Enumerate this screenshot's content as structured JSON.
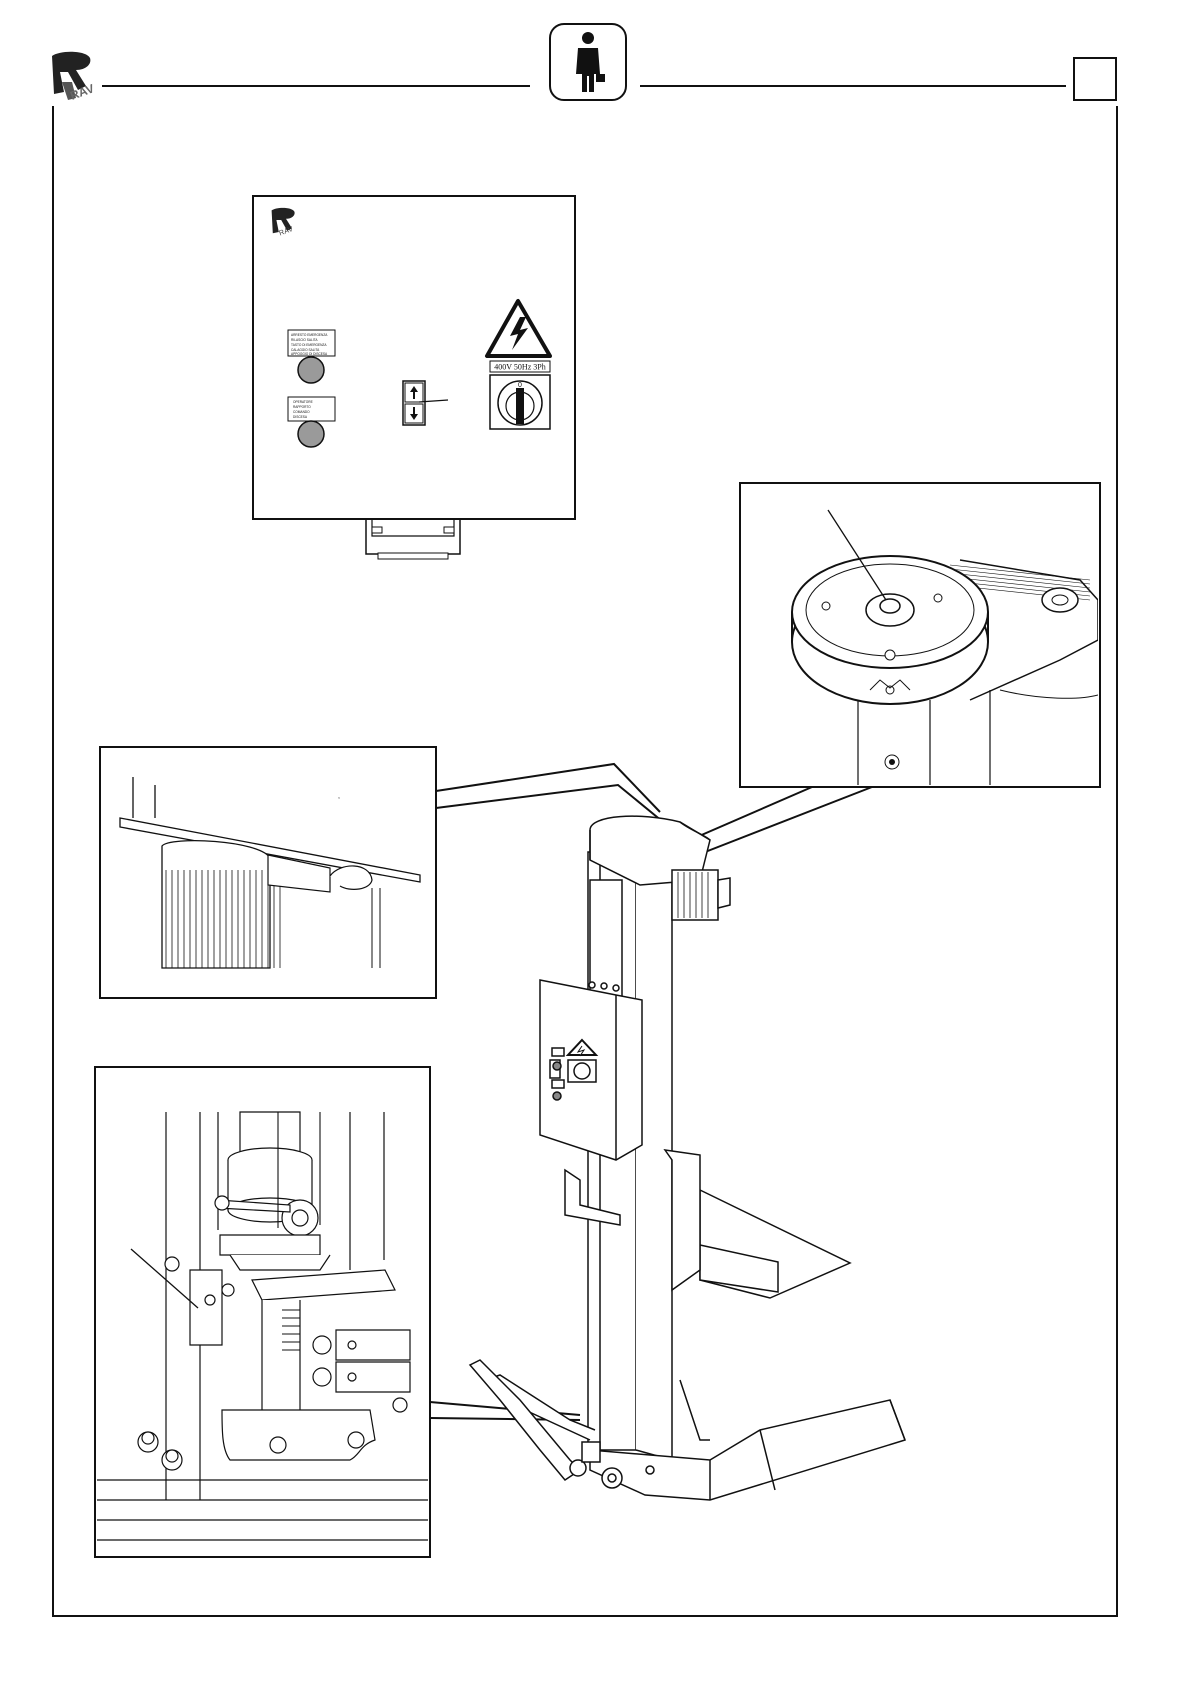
{
  "header": {
    "logo": "rav-logo-icon",
    "center_icon": "person-with-briefcase-icon",
    "page_box": ""
  },
  "control_panel": {
    "brand": "RAV",
    "label_top": [
      "ARRESTO EMERGENZA",
      "RILASCIO SALITA",
      "TASTO DI EMERGENZA",
      "CALAGGIO SALITA",
      "APPOGGIO DI DISCESA"
    ],
    "label_bottom": [
      "OPERATORE",
      "RAPPORTO",
      "COMANDO",
      "DISCESA"
    ],
    "voltage_plate": "400V 50Hz 3Ph",
    "selector_mark": "0"
  },
  "colors": {
    "line": "#111111",
    "button_fill": "#9a9a9a",
    "background": "#ffffff"
  },
  "figures": {
    "main": "mobile-column-lift",
    "detail_top_right": "motor-pulley-detail",
    "detail_left_top": "column-top-detail",
    "detail_left_bottom": "carriage-safety-detail",
    "inset_panel": "electrical-control-box"
  }
}
